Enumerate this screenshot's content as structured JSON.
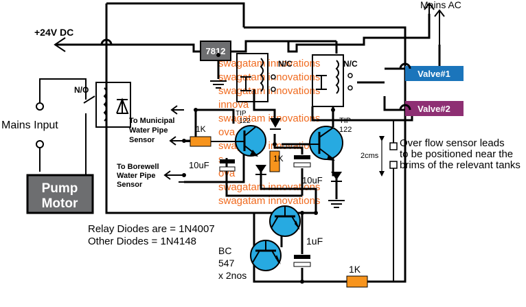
{
  "labels": {
    "dc_supply": "+24V DC",
    "mains_ac": "Mains AC",
    "mains_input": "Mains Input",
    "pump_line1": "Pump",
    "pump_line2": "Motor",
    "regulator": "7812",
    "no_contact_left": "N/O",
    "nc_contact_1": "N/C",
    "nc_contact_2": "N/C",
    "valve1": "Valve#1",
    "valve2": "Valve#2",
    "municipal_line1": "To Municipal",
    "municipal_line2": "Water Pipe",
    "municipal_line3": "Sensor",
    "borewell_line1": "To Borewell",
    "borewell_line2": "Water Pipe",
    "borewell_line3": "Sensor",
    "res_1k_left": "1K",
    "res_1k_mid": "1K",
    "res_1k_bottom": "1K",
    "cap_left": "10uF",
    "cap_mid": "10uF",
    "cap_bottom": "1uF",
    "tip_left_line1": "TIP",
    "tip_left_line2": "122",
    "tip_right_line1": "TIP",
    "tip_right_line2": "122",
    "distance": "2cms",
    "overflow_line1": "Over flow sensor leads",
    "overflow_line2": "to be positioned near the",
    "overflow_line3": "brims of the relevant tanks",
    "diodes_line1": "Relay Diodes are = 1N4007",
    "diodes_line2": "Other Diodes = 1N4148",
    "bc_line1": "BC",
    "bc_line2": "547",
    "bc_line3": "x 2nos",
    "watermark_a": "swagatam innovations",
    "watermark_b": "innova",
    "watermark_c": "ova",
    "watermark_d": "s"
  },
  "colors": {
    "valve1": "#1b75bb",
    "valve2": "#8e2f73",
    "resistor": "#f7941d",
    "transistor": "#27aae1",
    "pump_box": "#6d6e70",
    "regulator_box": "#6d6e70",
    "watermark": "#f06a1e"
  },
  "icons": {
    "ground": "ground-icon",
    "diode": "diode-icon",
    "relay_coil": "relay-coil-icon",
    "transistor": "npn-transistor-icon",
    "arrow": "arrow-icon"
  }
}
